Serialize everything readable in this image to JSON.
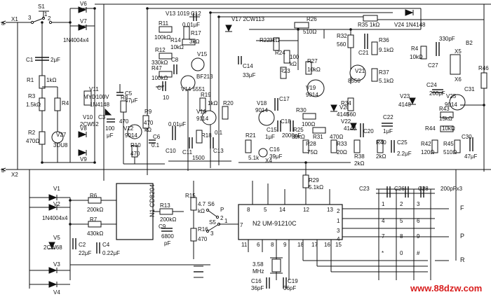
{
  "labels": {
    "S1": "S1",
    "s1_1": "1",
    "s1_2": "2",
    "s1_3": "3",
    "a": "a",
    "X1": "X1",
    "b": "b",
    "X2": "X2",
    "V6": "V6",
    "V7": "V7",
    "V7_type": "1N4004x4",
    "V13": "V13 1019",
    "C12": "C12",
    "C12_val": "0.01μF",
    "V17": "V17 2CW113",
    "R26": "R26",
    "R26_val": "510Ω",
    "R35": "R35 1kΩ",
    "V24": "V24 1N4148",
    "C1": "C1",
    "C1_val": "2μF",
    "R1": "R1",
    "R1_val": "1kΩ",
    "R3": "R3",
    "R3_val": "1.5kΩ",
    "R4": "R4",
    "R2": "R2",
    "R2_val": "470Ω",
    "V27": "V27",
    "V27_type": "3DU8",
    "R11": "R11",
    "R11_val": "100kΩ",
    "R14": "R14",
    "R14_val": "10kΩ",
    "R17": "R17",
    "R17_val": "3kΩ",
    "R12": "R12",
    "R12_val": "330kΩ",
    "C8": "C8",
    "V15": "V15",
    "V15_type": "BF213",
    "R47": "R47",
    "R47_val": "100kΩ",
    "C7": "C7",
    "C7_val": "10",
    "V14": "V14 5551",
    "V11": "V11",
    "V11_type": "MYD100V",
    "V11_sub": "1N4148",
    "C5": "C5",
    "C5_val": "47μF",
    "V10": "V10",
    "V10_type": "2CW52",
    "C3": "C3",
    "C3_val": "100",
    "C3_unit": "μF",
    "V8": "V8",
    "V9": "V9",
    "R8": "R8",
    "R8_val": "470",
    "V12": "V12",
    "V12_val": "9014",
    "R10": "R10",
    "R10_val": "470",
    "R9": "R9",
    "R9_val": "470",
    "R9_unit": "kΩ",
    "C6": "C6",
    "C6_val": "0.1",
    "R19": "R19",
    "R19_val": "1kΩ",
    "V16": "V16",
    "V16_val": "9114",
    "R20": "R20",
    "C10": "C10",
    "C10_val": "0.01μF",
    "R18": "R18",
    "C11": "C11",
    "C11_val": "1500",
    "C13": "C13",
    "C13_val": "0.1",
    "R22": "R22",
    "R22_val": "3kΩ",
    "R24": "R24",
    "R24_val": "100",
    "R24_unit": "kΩ",
    "C14": "C14",
    "C14_val": "33μF",
    "R23": "R23",
    "R27": "R27",
    "R27_val": "10kΩ",
    "R32": "R32",
    "R32_val": "560",
    "C21": "C21",
    "R36": "R36",
    "R36_val": "9.1kΩ",
    "V21": "V21",
    "V21_val": "8550",
    "R37": "R37",
    "R37_val": "5.1kΩ",
    "R4b": "R4",
    "R4b_val": "10kΩ",
    "C27": "C27",
    "C27_val": "330pF",
    "X5": "X5",
    "B2": "B2",
    "X6": "X6",
    "R46": "R46",
    "C24": "C24",
    "C24_val": "200pF",
    "V25": "V25",
    "V25_val": "9014",
    "C31": "C31",
    "V23": "V23",
    "V23_val": "4148",
    "V18": "V18",
    "V18_val": "9014",
    "V19": "V19",
    "V19_val": "9014",
    "C17": "C17",
    "R30": "R30",
    "R30_val": "100Ω",
    "V20": "V20",
    "V20_val": "4148",
    "R34": "R34",
    "R34_val": "560",
    "C15": "C15",
    "C15_val": "1μF",
    "C18": "C18",
    "C18_val": "2000pF",
    "R25": "R25",
    "R25_val": "39kΩ",
    "R31": "R31",
    "R31_val": "470Ω",
    "V22": "V22",
    "V22_val": "4148",
    "C22": "C22",
    "C22_val": "1μF",
    "C20": "C20",
    "R43": "R43",
    "R43_val": "15kΩ",
    "R44": "R44",
    "R44_val": "10kΩ",
    "R21": "R21",
    "R21_val": "5.1k",
    "C16b": "C16",
    "C16b_val": "39μF",
    "X4": "X4",
    "R28": "R28",
    "R28_val": "75Ω",
    "R33": "R33",
    "R33_val": "20Ω",
    "R38": "R38",
    "R38_val": "2kΩ",
    "R40": "R40",
    "R40_val": "2kΩ",
    "C25": "C25",
    "C25_val": "2.2μF",
    "R42": "R42",
    "R42_val": "120Ω",
    "R45": "R45",
    "R45_val": "510Ω",
    "C30": "C30",
    "C30_val": "47μF",
    "R29": "R29",
    "R29_val": "5.1kΩ",
    "V1": "V1",
    "V2": "V2",
    "V2_type": "1N4004x4",
    "V5": "V5",
    "V5_type": "2CW68",
    "C2": "C2",
    "C2_val": "22μF",
    "C4": "C4",
    "C4_val": "0.22μF",
    "V3": "V3",
    "V4": "V4",
    "R6": "R6",
    "R6_val": "200kΩ",
    "R7": "R7",
    "R7_val": "430kΩ",
    "N1": "N1 CD8204",
    "R13": "R13",
    "R13_val": "200kΩ",
    "C9": "C9",
    "C9_val": "6800",
    "C9_unit": "pF",
    "R15": "R15",
    "R15_val": "4.7",
    "R15_unit": "kΩ",
    "R16": "R16",
    "R16_val": "470",
    "S6": "S6",
    "S5": "S5",
    "P": "P",
    "s5_1": "1",
    "s5_2": "2",
    "s5_3": "3",
    "N2": "N2  UM-91210C",
    "C23": "C23",
    "C26": "C26",
    "C28": "C28",
    "C28_val": "200pFx3",
    "F": "F",
    "P_key": "P",
    "R_key": "R",
    "xtal": "3.58",
    "xtal_unit": "MHz",
    "C16": "C16",
    "C16_val": "36pF",
    "C19": "C19",
    "C19_val": "36pF",
    "pin_8": "8",
    "pin_5": "5",
    "pin_14": "14",
    "pin_12": "12",
    "pin_13": "13",
    "pin_7": "7",
    "pin_11": "11",
    "pin_6": "6",
    "pin_9": "9",
    "pin_18": "18",
    "pin_17": "17",
    "pin_16": "16",
    "pin_15": "15",
    "pin_1": "1",
    "pin_2": "2",
    "pin_3": "3",
    "pin_4": "4",
    "key_1": "1",
    "key_2": "2",
    "key_3": "3",
    "key_4": "4",
    "key_5": "5",
    "key_6": "6",
    "key_7": "7",
    "key_8": "8",
    "key_9": "9",
    "key_0": "0",
    "key_star": "*",
    "key_hash": "#",
    "watermark": "www.88dzw.com"
  }
}
